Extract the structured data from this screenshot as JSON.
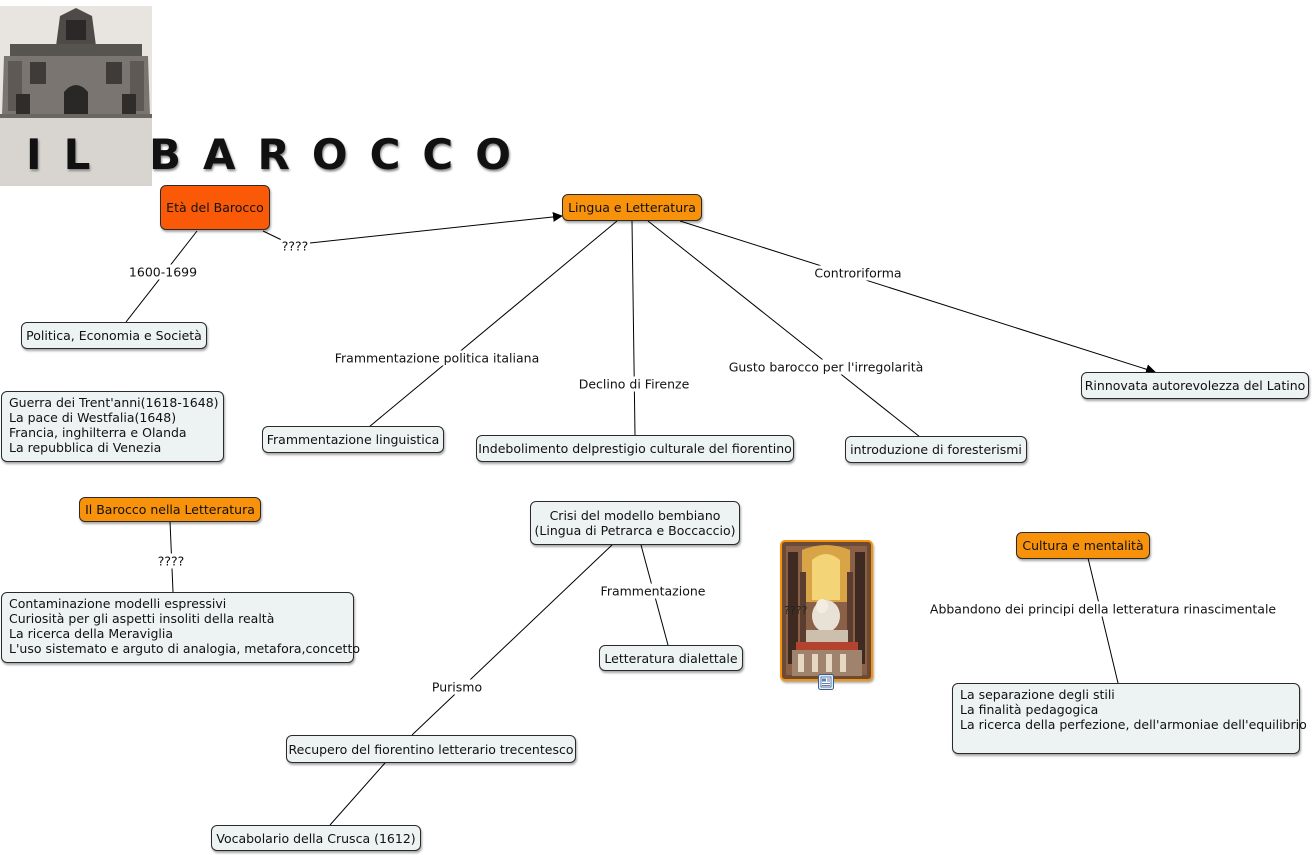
{
  "title": "IL BAROCCO",
  "nodes": {
    "eta_barocco": "Età del Barocco",
    "lingua_letteratura": "Lingua e Letteratura",
    "politica": "Politica, Economia e Società",
    "eventi": [
      "Guerra dei Trent'anni(1618-1648)",
      "La pace di Westfalia(1648)",
      "Francia, inghilterra e Olanda",
      "La repubblica di Venezia"
    ],
    "framm_linguistica": "Frammentazione linguistica",
    "indebolimento": "Indebolimento delprestigio culturale del fiorentino",
    "forestierismi": "introduzione di foresterismi",
    "latino": "Rinnovata autorevolezza del Latino",
    "barocco_letteratura": "Il Barocco nella Letteratura",
    "contaminazione": [
      "Contaminazione modelli espressivi",
      "Curiosità per gli aspetti insoliti della realtà",
      "La ricerca della Meraviglia",
      "L'uso sistemato e arguto di analogia, metafora,concetto"
    ],
    "crisi": [
      "Crisi del modello bembiano",
      "(Lingua di Petrarca e Boccaccio)"
    ],
    "dialettale": "Letteratura dialettale",
    "recupero": "Recupero del fiorentino letterario trecentesco",
    "crusca": "Vocabolario della Crusca (1612)",
    "cultura": "Cultura e mentalità",
    "separazione": [
      "La separazione degli stili",
      "La finalità pedagogica",
      "La ricerca della perfezione, dell'armoniae dell'equilibrio"
    ]
  },
  "links": {
    "l_1600": "1600-1699",
    "l_q1": "????",
    "l_framm_pol": "Frammentazione politica italiana",
    "l_declino": "Declino di Firenze",
    "l_gusto": "Gusto barocco per l'irregolarità",
    "l_controriforma": "Controriforma",
    "l_q2": "????",
    "l_frammentazione": "Frammentazione",
    "l_purismo": "Purismo",
    "l_abbandono": "Abbandono dei principi della letteratura rinascimentale",
    "l_q3": "????"
  },
  "colors": {
    "hub": "#f7920a",
    "hub_red": "#fa5a08",
    "concept": "#edf2f3"
  },
  "icons": [
    "church-facade-photo",
    "baroque-sculpture-photo",
    "document-icon"
  ]
}
